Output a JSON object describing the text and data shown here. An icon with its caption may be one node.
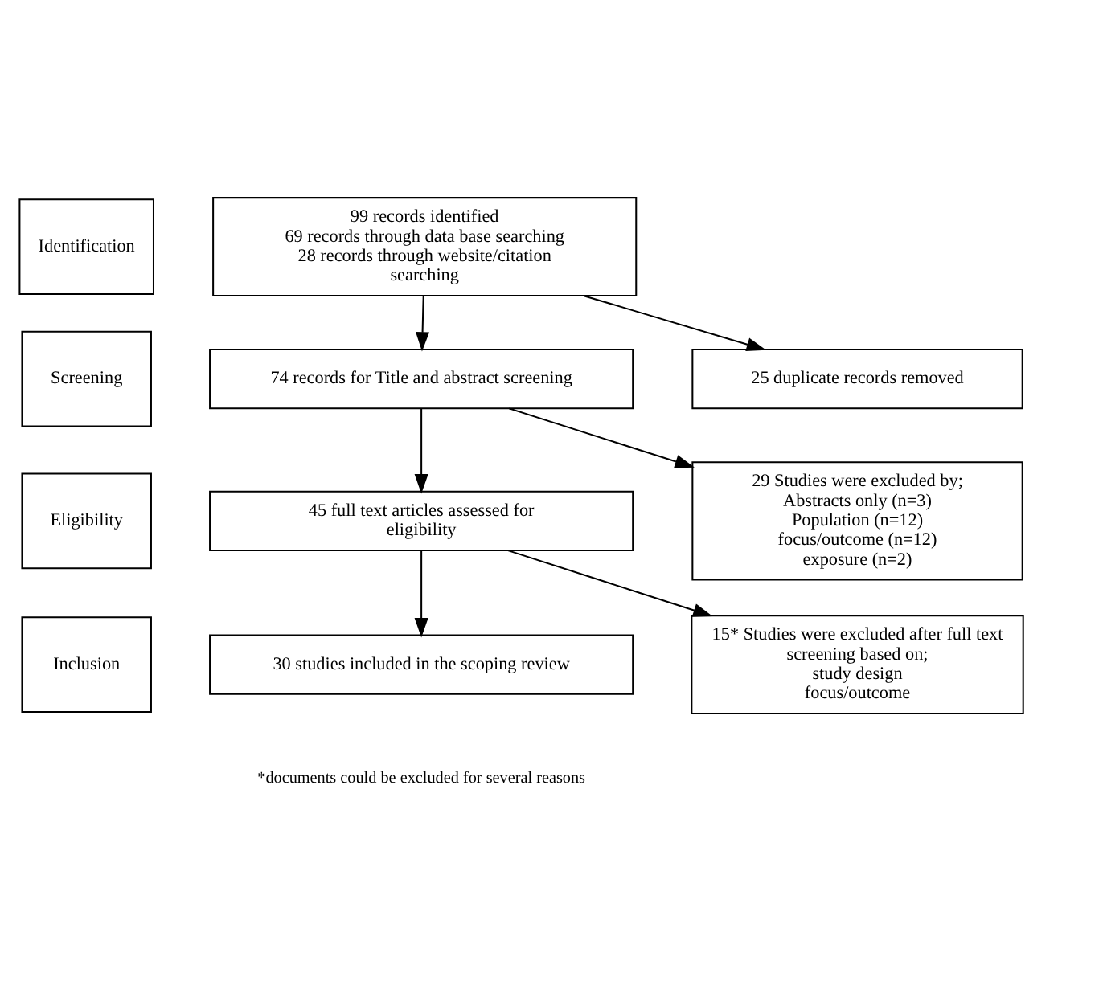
{
  "diagram": {
    "nodes": [
      {
        "text": [
          "99 records identified",
          "69 records through data base searching",
          "28 records through website/citation searching"
        ]
      },
      {
        "text": [
          "25 duplicate records removed"
        ]
      },
      {
        "text": [
          "74 records for Title and abstract screening"
        ]
      },
      {
        "text": [
          "29 Studies were excluded by;",
          "Abstracts only (n=3)",
          "Population (n=12)",
          "focus/outcome (n=12)",
          "exposure (n=2)"
        ]
      },
      {
        "text": [
          "45 full text articles assessed for eligibility"
        ]
      },
      {
        "text": [
          "15* Studies were excluded after full text screening based on;",
          "study design",
          "focus/outcome"
        ]
      },
      {
        "text": [
          "30 studies included in the scoping review"
        ]
      },
      {
        "text": [
          "Identification"
        ]
      },
      {
        "text": [
          "Screening"
        ]
      },
      {
        "text": [
          "Eligibility"
        ]
      },
      {
        "text": [
          "Inclusion"
        ]
      }
    ],
    "edges": [
      {
        "from": 0,
        "to": 1,
        "arrow": "to"
      },
      {
        "from": 0,
        "to": 2,
        "arrow": "to"
      },
      {
        "from": 2,
        "to": 3,
        "arrow": "to"
      },
      {
        "from": 2,
        "to": 4,
        "arrow": "to"
      },
      {
        "from": 4,
        "to": 5,
        "arrow": "to"
      },
      {
        "from": 4,
        "to": 6,
        "arrow": "to"
      }
    ],
    "labels": [
      "*documents could be excluded for several reasons"
    ]
  }
}
